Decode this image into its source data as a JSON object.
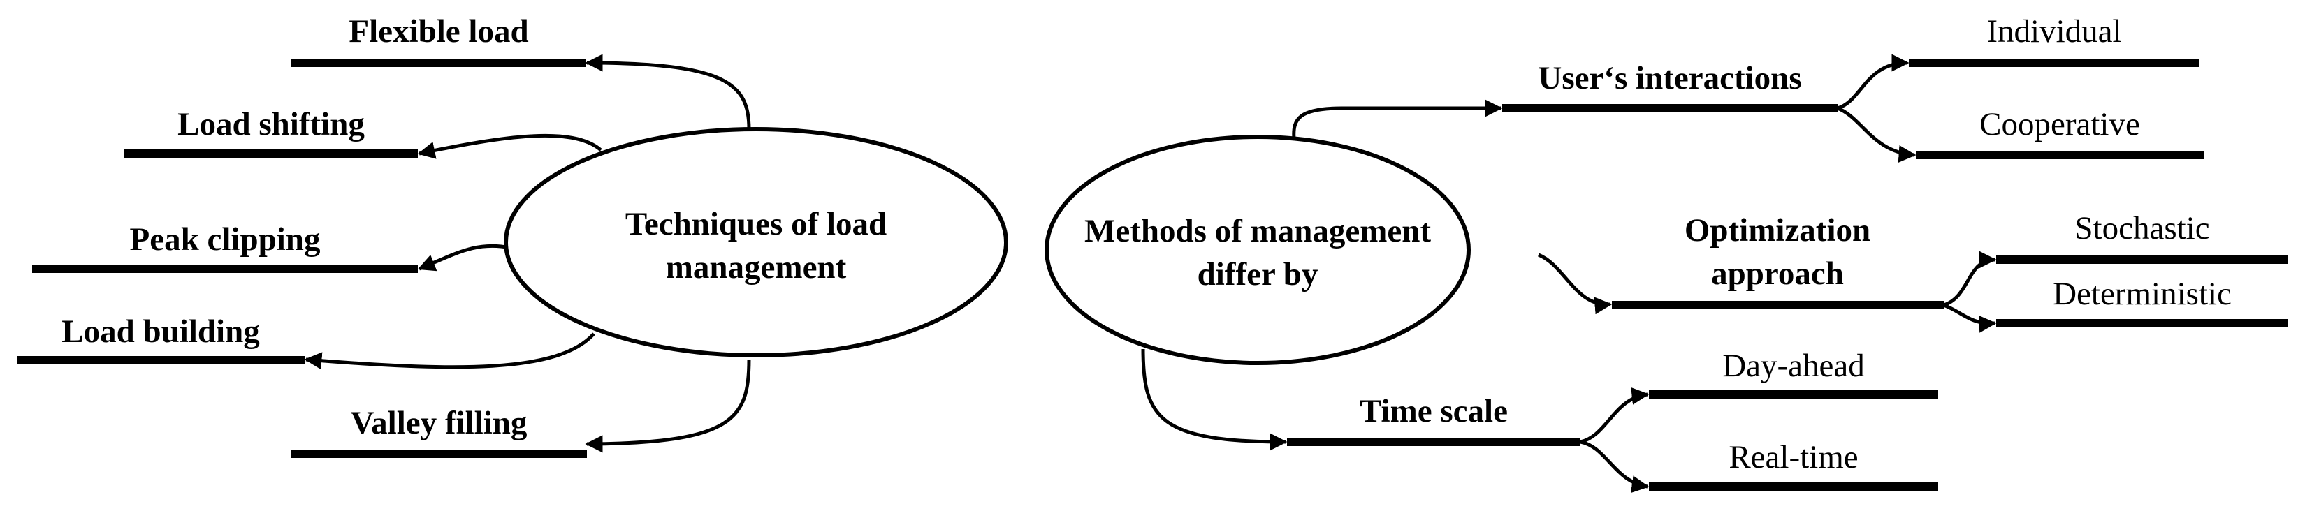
{
  "left_diagram": {
    "center_label": [
      "Techniques of load",
      "management"
    ],
    "branches": [
      "Flexible load",
      "Load shifting",
      "Peak clipping",
      "Load building",
      "Valley filling"
    ]
  },
  "right_diagram": {
    "center_label": [
      "Methods of management",
      "differ by"
    ],
    "categories": [
      {
        "label": [
          "User‘s interactions"
        ],
        "options": [
          "Individual",
          "Cooperative"
        ]
      },
      {
        "label": [
          "Optimization",
          "approach"
        ],
        "options": [
          "Stochastic",
          "Deterministic"
        ]
      },
      {
        "label": [
          "Time scale"
        ],
        "options": [
          "Day-ahead",
          "Real-time"
        ]
      }
    ]
  }
}
